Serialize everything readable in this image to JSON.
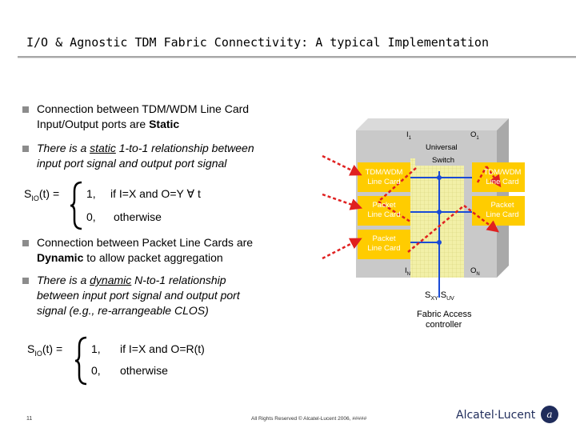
{
  "title": "I/O & Agnostic TDM Fabric Connectivity: A typical Implementation",
  "bullets": [
    {
      "line1": "Connection between TDM/WDM Line Card",
      "line2_pre": "Input/Output ports are ",
      "line2_bold": "Static"
    },
    {
      "line1_pre": "There is a ",
      "line1_u": "static",
      "line1_post": " 1-to-1 relationship between",
      "line2": "input port signal and output port signal"
    },
    {
      "line1": "Connection between Packet Line Cards are",
      "line2_bold": "Dynamic",
      "line2_post": " to allow packet aggregation"
    },
    {
      "line1_pre": "There is a ",
      "line1_u": "dynamic",
      "line1_post": " N-to-1 relationship",
      "line2": "between input port signal and output port",
      "line3": "signal (e.g., re-arrangeable CLOS)"
    }
  ],
  "eq1": {
    "lhs_s": "S",
    "lhs_sub": "IO",
    "lhs_rest": "(t)  =",
    "case1_val": "1,",
    "case1_cond": "if I=X and O=Y   ∀ t",
    "case2_val": "0,",
    "case2_cond": "otherwise"
  },
  "eq2": {
    "lhs_s": "S",
    "lhs_sub": "IO",
    "lhs_rest": "(t) =",
    "case1_val": "1,",
    "case1_cond": "if I=X and O=R(t)",
    "case2_val": "0,",
    "case2_cond": "otherwise"
  },
  "diagram": {
    "i1": "I",
    "i1_sub": "1",
    "o1": "O",
    "o1_sub": "1",
    "in": "I",
    "in_sub": "N",
    "on": "O",
    "on_sub": "N",
    "switch_l1": "Universal",
    "switch_l2": "Switch",
    "left_cards": [
      "TDM/WDM|Line Card",
      "Packet|Line Card",
      "Packet|Line Card"
    ],
    "right_cards": [
      "TDM/WDM|Line Card",
      "Packet|Line Card"
    ],
    "sxy": "S",
    "sxy_sub": "XY",
    "suv": " S",
    "suv_sub": "UV",
    "fabric_l1": "Fabric Access",
    "fabric_l2": "controller",
    "colors": {
      "box": "#c9c9c9",
      "card": "#ffcc00",
      "grid": "#f2f0a8",
      "arrow": "#e02020",
      "link": "#1a4bd6"
    }
  },
  "footer": "All Rights Reserved © Alcatel-Lucent 2006, #####",
  "page_number": "11",
  "logo_text": "Alcatel·Lucent"
}
